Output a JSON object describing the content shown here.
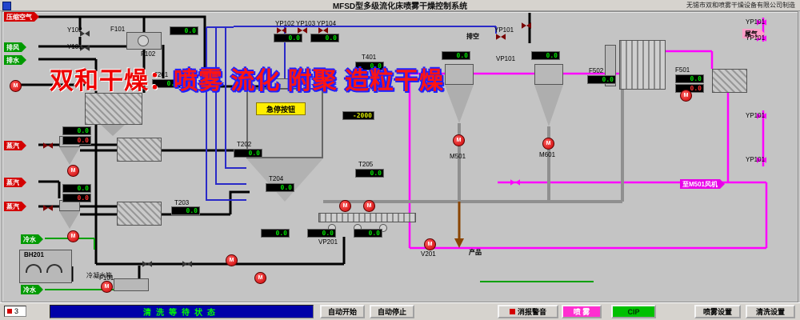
{
  "window": {
    "title": "MFSD型多级流化床喷雾干燥控制系统",
    "company": "无锡市双和喷雾干燥设备有限公司制造"
  },
  "watermark": {
    "brand": "双和干燥：",
    "slogan": "喷雾 流化 附聚 造粒干燥"
  },
  "icons": {
    "pump": "M"
  },
  "ports": {
    "compressed_air": "压缩空气",
    "exhaust_air": "排风",
    "drain": "排水",
    "steam_1": "蒸汽",
    "steam_2": "蒸汽",
    "steam_3": "蒸汽",
    "cold_water_in": "冷水",
    "cold_water_out": "冷水",
    "tail_gas": "尾气",
    "vent": "排空",
    "product": "产品",
    "to_fan": "至M501风机"
  },
  "tags": {
    "y102": "Y102",
    "y101": "Y101",
    "f101": "F101",
    "f102": "F102",
    "t201": "T201",
    "t202": "T202",
    "t203": "T203",
    "t204": "T204",
    "t205": "T205",
    "t401": "T401",
    "yp101": "YP101",
    "yp102": "YP102",
    "yp103": "YP103",
    "yp104": "YP104",
    "vp101": "VP101",
    "vp201": "VP201",
    "m501": "M501",
    "m601": "M601",
    "bh201": "BH201",
    "f501": "F501",
    "f502": "F502",
    "v201": "V201",
    "condensate_tank": "冷凝水箱"
  },
  "displays": {
    "f102": "0.0",
    "t201": "0.0",
    "top_1": "0.0",
    "top_2": "0.0",
    "t401": "0.0",
    "chamber": "-2000",
    "t202": "0.0",
    "f201": "0.0",
    "f201_b": "0.0",
    "f203": "0.0",
    "f203_b": "0.0",
    "t203": "0.0",
    "t204": "0.0",
    "t205": "0.0",
    "row_1": "0.0",
    "row_2": "0.0",
    "row_3": "0.0",
    "cyclone_1": "0.0",
    "cyclone_2": "0.0",
    "f502": "0.0",
    "f501": "0.0",
    "f501_b": "0.0"
  },
  "chamber": {
    "estop": "急停按钮"
  },
  "bottom": {
    "indicator": "3",
    "status": "清洗等待状态",
    "buttons": {
      "auto_start": "自动开始",
      "auto_stop": "自动停止",
      "mute_alarm": "消报警音",
      "spray": "喷 雾",
      "cip": "CIP",
      "spray_setup": "喷雾设置",
      "clean_setup": "清洗设置"
    }
  }
}
